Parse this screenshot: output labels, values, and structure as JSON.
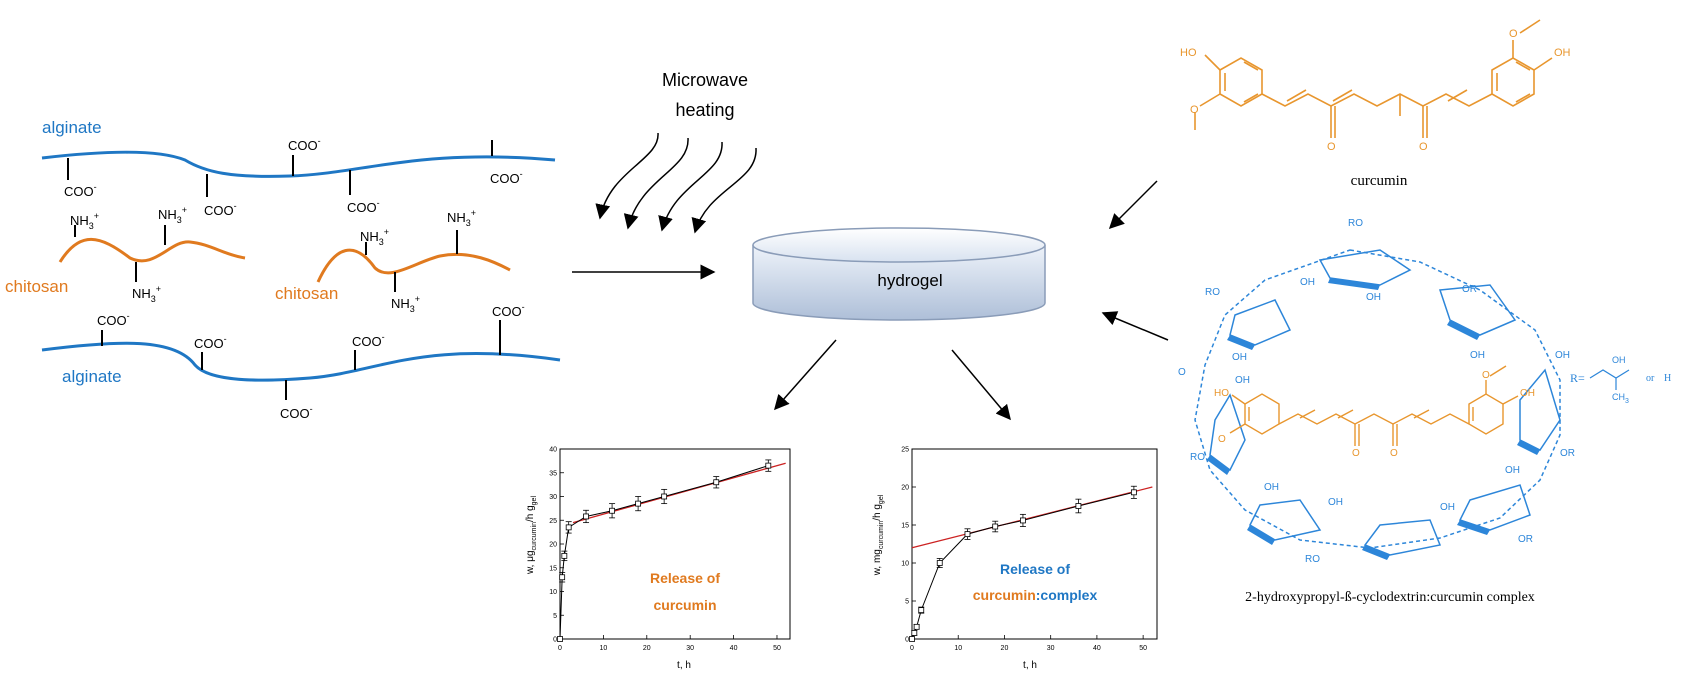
{
  "colors": {
    "alginate": "#1f77c4",
    "chitosan": "#e07a1f",
    "curcumin": "#e8962e",
    "cyclodextrin": "#2d86d9",
    "fit_line": "#cc2222",
    "text": "#000000"
  },
  "left": {
    "alginate_top_label": "alginate",
    "alginate_bottom_label": "alginate",
    "chitosan_left_label": "chitosan",
    "chitosan_right_label": "chitosan",
    "carboxylate": "COO",
    "ammonium": "NH",
    "sub_3": "3",
    "minus": "-",
    "plus": "+"
  },
  "center": {
    "microwave_line1": "Microwave",
    "microwave_line2": "heating",
    "hydrogel_label": "hydrogel"
  },
  "right": {
    "curcumin_caption": "curcumin",
    "complex_caption": "2-hydroxypropyl-ß-cyclodextrin:curcumin complex",
    "r_def": "R=",
    "r_or": "or",
    "r_h": "H",
    "oh": "OH",
    "ho": "HO",
    "ro": "RO",
    "or": "OR",
    "ch3": "CH",
    "o": "O"
  },
  "charts": {
    "left": {
      "annotation_line1": "Release of",
      "annotation_line2": "curcumin",
      "xlabel": "t, h",
      "ylabel_pre": "w, μg",
      "ylabel_sub1": "curcumin",
      "ylabel_mid": "/h g",
      "ylabel_sub2": "gel",
      "xticks": [
        "0",
        "10",
        "20",
        "30",
        "40",
        "50"
      ],
      "yticks": [
        "0",
        "5",
        "10",
        "15",
        "20",
        "25",
        "30",
        "35",
        "40"
      ]
    },
    "right": {
      "annotation_line1": "Release of",
      "annotation_line2a": "curcumin",
      "annotation_line2b": ":complex",
      "xlabel": "t, h",
      "ylabel_pre": "w, mg",
      "ylabel_sub1": "curcumin",
      "ylabel_mid": "/h g",
      "ylabel_sub2": "gel",
      "xticks": [
        "0",
        "10",
        "20",
        "30",
        "40",
        "50"
      ],
      "yticks": [
        "0",
        "5",
        "10",
        "15",
        "20",
        "25"
      ]
    }
  },
  "chart_data": [
    {
      "type": "scatter",
      "title": "",
      "xlabel": "t, h",
      "ylabel": "w, μg curcumin/h g gel",
      "xlim": [
        0,
        53
      ],
      "ylim": [
        0,
        40
      ],
      "series": [
        {
          "x": [
            0,
            0.5,
            1,
            2,
            6,
            12,
            18,
            24,
            36,
            48
          ],
          "y": [
            0,
            13,
            17.5,
            23.5,
            25.8,
            27,
            28.5,
            30,
            33,
            36.5
          ],
          "err": [
            0,
            1,
            1,
            1.2,
            1.3,
            1.5,
            1.5,
            1.5,
            1.2,
            1.2
          ]
        }
      ],
      "fit_line": {
        "x": [
          3,
          52
        ],
        "y": [
          24.5,
          37
        ]
      },
      "annotations": [
        "Release of",
        "curcumin"
      ]
    },
    {
      "type": "scatter",
      "title": "",
      "xlabel": "t, h",
      "ylabel": "w, mg curcumin/h g gel",
      "xlim": [
        0,
        53
      ],
      "ylim": [
        0,
        25
      ],
      "series": [
        {
          "x": [
            0,
            0.5,
            1,
            2,
            6,
            12,
            18,
            24,
            36,
            48
          ],
          "y": [
            0,
            0.8,
            1.6,
            3.8,
            10,
            13.8,
            14.8,
            15.6,
            17.5,
            19.3
          ],
          "err": [
            0,
            0.3,
            0.3,
            0.4,
            0.6,
            0.7,
            0.7,
            0.8,
            0.9,
            0.8
          ]
        }
      ],
      "fit_line": {
        "x": [
          0,
          52
        ],
        "y": [
          12,
          20
        ]
      },
      "annotations": [
        "Release of",
        "curcumin:complex"
      ]
    }
  ]
}
